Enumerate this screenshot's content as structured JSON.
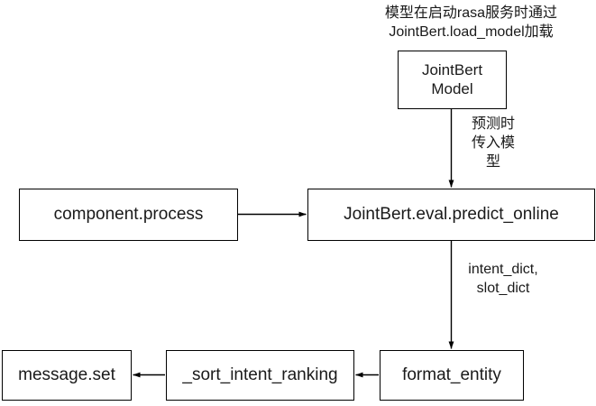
{
  "diagram": {
    "type": "flowchart",
    "title_note": "模型在启动rasa服务时通过\nJointBert.load_model加载",
    "nodes": {
      "jointbert_model": "JointBert\nModel",
      "component_process": "component.process",
      "predict_online": "JointBert.eval.predict_online",
      "message_set": "message.set",
      "sort_intent_ranking": "_sort_intent_ranking",
      "format_entity": "format_entity"
    },
    "edge_labels": {
      "predict_input": "预测时\n传入模\n型",
      "dicts": "intent_dict,\nslot_dict"
    },
    "colors": {
      "stroke": "#000000",
      "fill": "#ffffff",
      "text": "#1a1a1a"
    }
  }
}
